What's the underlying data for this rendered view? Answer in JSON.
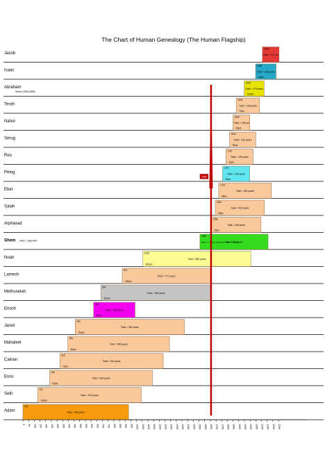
{
  "chart_data": {
    "type": "bar",
    "title": "The Chart of Human Genealogy (The Human Flagship)",
    "xlabel": "",
    "ylabel": "",
    "xlim": [
      0,
      2500
    ],
    "x_ticks": [
      0,
      50,
      100,
      150,
      200,
      250,
      300,
      350,
      400,
      450,
      500,
      550,
      600,
      650,
      700,
      750,
      800,
      850,
      900,
      950,
      1000,
      1050,
      1100,
      1150,
      1200,
      1250,
      1300,
      1350,
      1400,
      1450,
      1500,
      1550,
      1600,
      1650,
      1700,
      1750,
      1800,
      1850,
      1900,
      1950,
      2000,
      2050,
      2100,
      2150,
      2200,
      2250
    ],
    "x_tick_labels": [
      "0",
      "50",
      "100",
      "150",
      "200",
      "250",
      "300",
      "350",
      "400",
      "450",
      "500",
      "550",
      "600",
      "650",
      "700",
      "750",
      "800",
      "850",
      "900",
      "950",
      "1000",
      "1050",
      "1100",
      "1150",
      "1200",
      "1250",
      "1300",
      "1350",
      "1400",
      "1450",
      "1500",
      "1550",
      "1600",
      "1650",
      "1700",
      "1750",
      "1800",
      "1850",
      "1900",
      "1950",
      "2000",
      "2050",
      "2100",
      "2150",
      "2200",
      "2250"
    ],
    "flood_marker": {
      "x": 1656,
      "label": "1656"
    },
    "rows": [
      {
        "name": "Jacob",
        "start": 2108,
        "total_label": "Total = 147 yrs",
        "birth_label": "2108",
        "color": "#e53935"
      },
      {
        "name": "Isaac",
        "start": 2048,
        "total_label": "Total = 180 years",
        "birth_label": "2048",
        "end_label": "60yrs",
        "color": "#26a8c8"
      },
      {
        "name": "Abraham",
        "note": "Sarah (1958-2085)",
        "start": 1948,
        "total_label": "Total = 175 years",
        "birth_label": "1948",
        "end_label": "100yrs",
        "color": "#e8e300"
      },
      {
        "name": "Terah",
        "start": 1878,
        "total_label": "Total = 205 years",
        "birth_label": "1878",
        "end_label": "70yrs",
        "color": "#f9c89b"
      },
      {
        "name": "Nahor",
        "start": 1849,
        "total_label": "Total = 148 yrs",
        "birth_label": "1849",
        "end_label": "29yrs",
        "color": "#f9c89b"
      },
      {
        "name": "Serug",
        "start": 1819,
        "total_label": "Total = 230 years",
        "birth_label": "1819",
        "end_label": "30yrs",
        "color": "#f9c89b"
      },
      {
        "name": "Reu",
        "start": 1787,
        "total_label": "Total = 239 years",
        "birth_label": "1787",
        "end_label": "32yrs",
        "color": "#f9c89b"
      },
      {
        "name": "Peleg",
        "start": 1757,
        "total_label": "Total = 239 years",
        "birth_label": "1757",
        "end_label": "30yrs",
        "color": "#60e6ef"
      },
      {
        "name": "Eber",
        "start": 1723,
        "total_label": "Total = 464 years",
        "birth_label": "1723",
        "end_label": "34yrs",
        "color": "#f9c89b"
      },
      {
        "name": "Salah",
        "start": 1693,
        "total_label": "Total = 433 years",
        "birth_label": "1693",
        "end_label": "30yrs",
        "color": "#f9c89b"
      },
      {
        "name": "Arphaxad",
        "start": 1658,
        "total_label": "Total = 438 years",
        "birth_label": "1658",
        "end_label": "35yrs",
        "color": "#f9c89b"
      },
      {
        "name": "Shem",
        "name_suffix": ", Ham, Japheth",
        "start": 1558,
        "total_label": "Total = 600 years",
        "bar_note": "Shem = 100yrs old 2years after the flood",
        "birth_label": "1558",
        "color": "#33dd1d"
      },
      {
        "name": "Noah",
        "start": 1056,
        "total_label": "Total = 950 years",
        "birth_label": "1056",
        "end_label": "500yrs",
        "color": "#fdfc93"
      },
      {
        "name": "Lamech",
        "start": 874,
        "total_label": "Total = 777 years",
        "birth_label": "874",
        "end_label": "182yrs",
        "color": "#f9c89b"
      },
      {
        "name": "Methuselah",
        "start": 687,
        "total_label": "Total = 969 years",
        "birth_label": "687",
        "end_label": "187yrs",
        "color": "#c4c4c4"
      },
      {
        "name": "Enoch",
        "start": 622,
        "total_label": "Total = 365 years",
        "birth_label": "622",
        "end_label": "65yrs",
        "color": "#f400f0"
      },
      {
        "name": "Jared",
        "start": 460,
        "total_label": "Total = 962 years",
        "birth_label": "460",
        "end_label": "162yrs",
        "color": "#f9c89b"
      },
      {
        "name": "Mahaleel",
        "start": 395,
        "total_label": "Total = 895 years",
        "birth_label": "395",
        "end_label": "65yrs",
        "color": "#f9c89b"
      },
      {
        "name": "Cainan",
        "start": 325,
        "total_label": "Total = 910 years",
        "birth_label": "325",
        "end_label": "70yrs",
        "color": "#f9c89b"
      },
      {
        "name": "Enos",
        "start": 235,
        "total_label": "Total = 905 years",
        "birth_label": "235",
        "end_label": "90yrs",
        "color": "#f9c89b"
      },
      {
        "name": "Seth",
        "start": 130,
        "total_label": "Total = 912 years",
        "birth_label": "130",
        "end_label": "105yrs",
        "color": "#f9c89b"
      },
      {
        "name": "Adam",
        "start": 0,
        "total_label": "Total = 930 years",
        "birth_label": "130",
        "color": "#f79a0b"
      }
    ],
    "lifespans": [
      147,
      180,
      175,
      205,
      148,
      230,
      239,
      239,
      464,
      433,
      438,
      600,
      950,
      777,
      969,
      365,
      962,
      895,
      910,
      905,
      912,
      930
    ],
    "grid": false,
    "legend": "none"
  }
}
